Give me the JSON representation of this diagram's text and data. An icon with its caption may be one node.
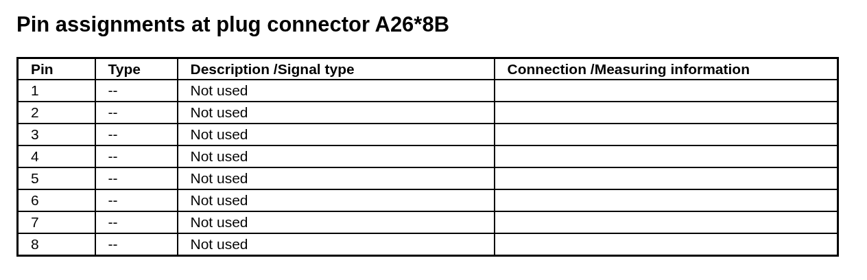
{
  "diagram": {
    "title": "Pin assignments at plug connector A26*8B",
    "labels": [
      "Pin",
      "Type",
      "Description /Signal type",
      "Connection /Measuring information",
      "1",
      "--",
      "Not used",
      "2",
      "--",
      "Not used",
      "3",
      "--",
      "Not used",
      "4",
      "--",
      "Not used",
      "5",
      "--",
      "Not used",
      "6",
      "--",
      "Not used",
      "7",
      "--",
      "Not used",
      "8",
      "--",
      "Not used"
    ]
  }
}
